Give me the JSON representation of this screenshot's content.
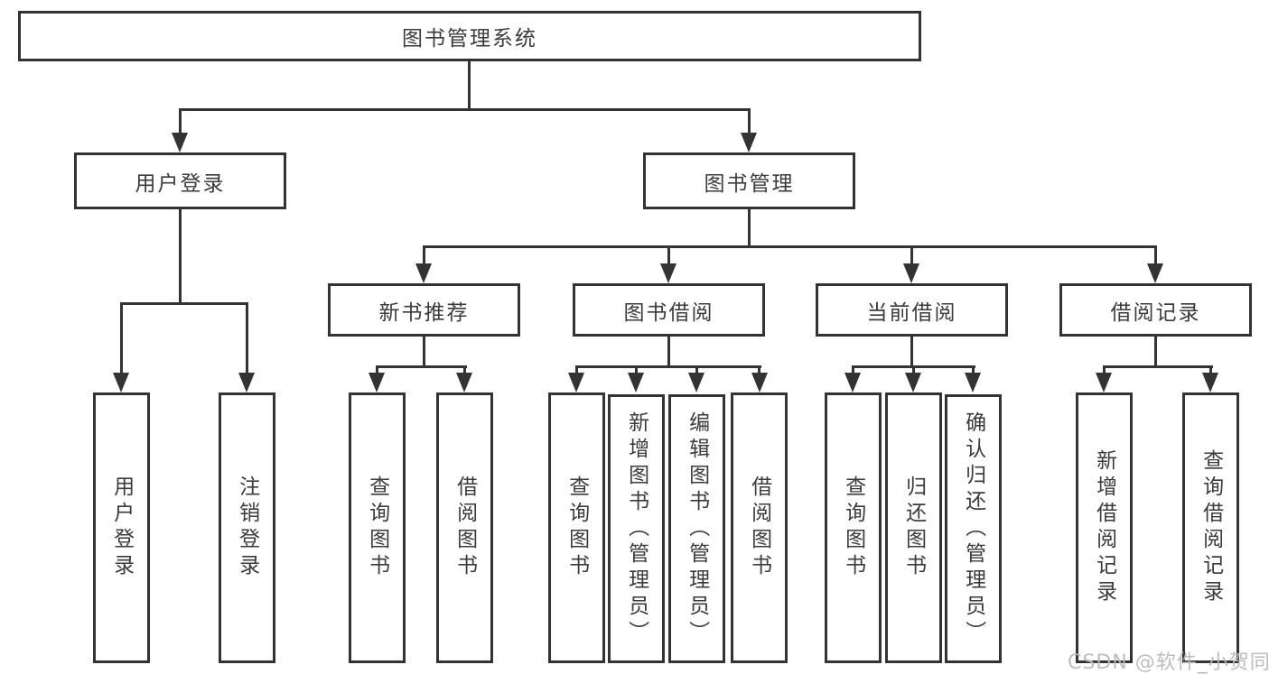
{
  "diagram": {
    "root": {
      "label": "图书管理系统"
    },
    "level2": [
      {
        "label": "用户登录"
      },
      {
        "label": "图书管理"
      }
    ],
    "level3": [
      {
        "label": "新书推荐"
      },
      {
        "label": "图书借阅"
      },
      {
        "label": "当前借阅"
      },
      {
        "label": "借阅记录"
      }
    ],
    "leaves": [
      {
        "label": "用户登录"
      },
      {
        "label": "注销登录"
      },
      {
        "label": "查询图书"
      },
      {
        "label": "借阅图书"
      },
      {
        "label": "查询图书"
      },
      {
        "label": "新增图书（管理员）"
      },
      {
        "label": "编辑图书（管理员）"
      },
      {
        "label": "借阅图书"
      },
      {
        "label": "查询图书"
      },
      {
        "label": "归还图书"
      },
      {
        "label": "确认归还（管理员）"
      },
      {
        "label": "新增借阅记录"
      },
      {
        "label": "查询借阅记录"
      }
    ]
  },
  "watermark": {
    "text": "CSDN @软件_小贺同学"
  },
  "colors": {
    "line": "#333333",
    "text": "#3b3b3b",
    "background": "#ffffff",
    "watermark": "#b9b9b9"
  }
}
